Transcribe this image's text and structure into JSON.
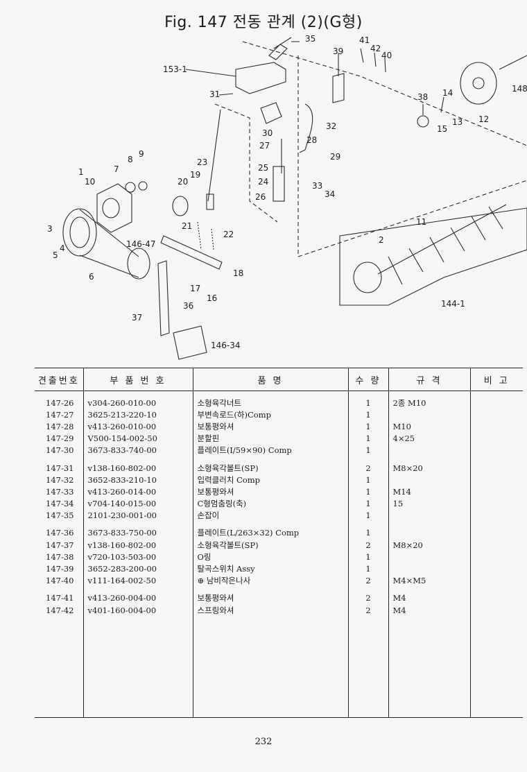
{
  "figure_title": "Fig. 147  전동 관계 (2)(G형)",
  "callouts": [
    "35",
    "153-1",
    "39",
    "41",
    "42",
    "40",
    "148",
    "31",
    "38",
    "14",
    "13",
    "12",
    "15",
    "30",
    "32",
    "27",
    "28",
    "29",
    "23",
    "8",
    "9",
    "25",
    "1",
    "7",
    "10",
    "20",
    "19",
    "24",
    "33",
    "34",
    "26",
    "21",
    "22",
    "11",
    "3",
    "146-47",
    "4",
    "5",
    "2",
    "17",
    "18",
    "6",
    "16",
    "37",
    "36",
    "144-1",
    "146-34"
  ],
  "table": {
    "headers": [
      "견출번호",
      "부 품 번 호",
      "품 명",
      "수 량",
      "규 격",
      "비 고"
    ],
    "rows": [
      {
        "no": "147-26",
        "part": "v304-260-010-00",
        "name": "소형육각너트",
        "qty": "1",
        "spec": "2종 M10",
        "remark": ""
      },
      {
        "no": "147-27",
        "part": "3625-213-220-10",
        "name": "부변속로드(하)Comp",
        "qty": "1",
        "spec": "",
        "remark": ""
      },
      {
        "no": "147-28",
        "part": "v413-260-010-00",
        "name": "보통평와셔",
        "qty": "1",
        "spec": "M10",
        "remark": ""
      },
      {
        "no": "147-29",
        "part": "V500-154-002-50",
        "name": "분할핀",
        "qty": "1",
        "spec": "4×25",
        "remark": ""
      },
      {
        "no": "147-30",
        "part": "3673-833-740-00",
        "name": "플레이트(I/59×90) Comp",
        "qty": "1",
        "spec": "",
        "remark": ""
      },
      {
        "no": "147-31",
        "part": "v138-160-802-00",
        "name": "소형육각볼트(SP)",
        "qty": "2",
        "spec": "M8×20",
        "remark": ""
      },
      {
        "no": "147-32",
        "part": "3652-833-210-10",
        "name": "입력클러치 Comp",
        "qty": "1",
        "spec": "",
        "remark": ""
      },
      {
        "no": "147-33",
        "part": "v413-260-014-00",
        "name": "보통평와셔",
        "qty": "1",
        "spec": "M14",
        "remark": ""
      },
      {
        "no": "147-34",
        "part": "v704-140-015-00",
        "name": "C형멈춤링(축)",
        "qty": "1",
        "spec": "15",
        "remark": ""
      },
      {
        "no": "147-35",
        "part": "2101-230-001-00",
        "name": "손잡이",
        "qty": "1",
        "spec": "",
        "remark": ""
      },
      {
        "no": "147-36",
        "part": "3673-833-750-00",
        "name": "플레이트(L/263×32) Comp",
        "qty": "1",
        "spec": "",
        "remark": ""
      },
      {
        "no": "147-37",
        "part": "v138-160-802-00",
        "name": "소형육각볼트(SP)",
        "qty": "2",
        "spec": "M8×20",
        "remark": ""
      },
      {
        "no": "147-38",
        "part": "v720-103-503-00",
        "name": "O링",
        "qty": "1",
        "spec": "",
        "remark": ""
      },
      {
        "no": "147-39",
        "part": "3652-283-200-00",
        "name": "탈곡스위치 Assy",
        "qty": "1",
        "spec": "",
        "remark": ""
      },
      {
        "no": "147-40",
        "part": "v111-164-002-50",
        "name": "⊕ 남비작은나사",
        "qty": "2",
        "spec": "M4×M5",
        "remark": ""
      },
      {
        "no": "147-41",
        "part": "v413-260-004-00",
        "name": "보통평와셔",
        "qty": "2",
        "spec": "M4",
        "remark": ""
      },
      {
        "no": "147-42",
        "part": "v401-160-004-00",
        "name": "스프링와셔",
        "qty": "2",
        "spec": "M4",
        "remark": ""
      }
    ]
  },
  "page_number": "232"
}
